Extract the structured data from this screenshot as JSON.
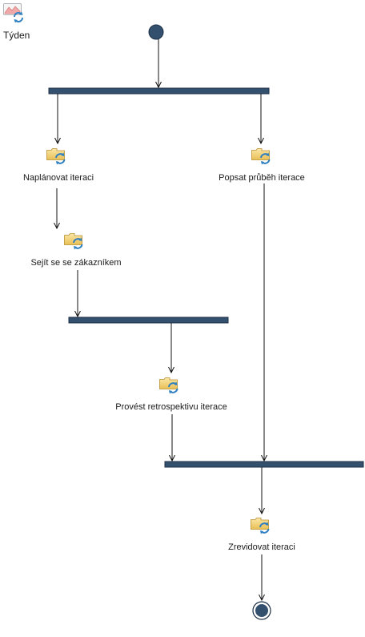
{
  "header": {
    "title": "Týden",
    "icon": "activity-diagram-icon"
  },
  "nodes": {
    "start": {
      "kind": "initial-node",
      "color": "#34506f"
    },
    "fork": {
      "kind": "fork-bar"
    },
    "plan": {
      "label": "Naplánovat iteraci",
      "icon": "activity-icon"
    },
    "describe": {
      "label": "Popsat průběh iterace",
      "icon": "activity-icon"
    },
    "meet": {
      "label": "Sejít se se zákazníkem",
      "icon": "activity-icon"
    },
    "join1": {
      "kind": "join-bar"
    },
    "retro": {
      "label": "Provést retrospektivu iterace",
      "icon": "activity-icon"
    },
    "join2": {
      "kind": "join-bar"
    },
    "review": {
      "label": "Zrevidovat iteraci",
      "icon": "activity-icon"
    },
    "end": {
      "kind": "final-node",
      "color": "#34506f"
    }
  },
  "colors": {
    "bar": "#34506f",
    "folder": "#f3d27a",
    "cycle_arrows": "#2e7fc1"
  }
}
